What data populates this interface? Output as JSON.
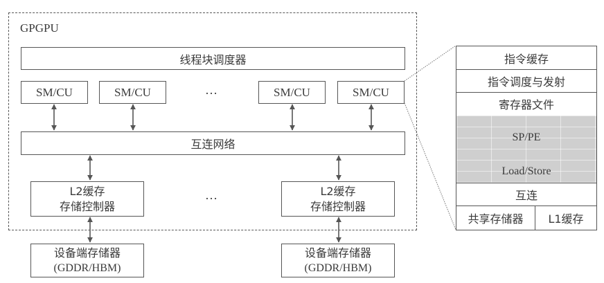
{
  "diagram": {
    "gpgpu": {
      "label": "GPGPU",
      "scheduler": "线程块调度器",
      "sm_units": [
        "SM/CU",
        "SM/CU",
        "SM/CU",
        "SM/CU"
      ],
      "sm_ellipsis": "…",
      "interconnect": "互连网络",
      "l2_units": [
        {
          "line1": "L2缓存",
          "line2": "存储控制器"
        },
        {
          "line1": "L2缓存",
          "line2": "存储控制器"
        }
      ],
      "l2_ellipsis": "…"
    },
    "device_memory": [
      {
        "line1": "设备端存储器",
        "line2": "(GDDR/HBM)"
      },
      {
        "line1": "设备端存储器",
        "line2": "(GDDR/HBM)"
      }
    ],
    "sm_detail": {
      "rows": [
        "指令缓存",
        "指令调度与发射",
        "寄存器文件",
        "SP/PE",
        "Load/Store",
        "互连"
      ],
      "bottom": [
        "共享存储器",
        "L1缓存"
      ]
    }
  }
}
